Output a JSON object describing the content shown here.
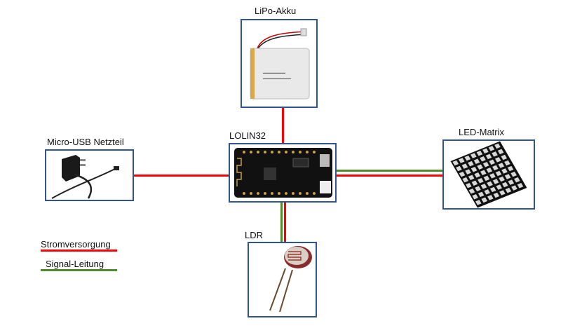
{
  "components": {
    "lipo": {
      "label": "LiPo-Akku"
    },
    "lolin": {
      "label": "LOLIN32"
    },
    "usb": {
      "label": "Micro-USB Netzteil"
    },
    "matrix": {
      "label": "LED-Matrix"
    },
    "ldr": {
      "label": "LDR"
    }
  },
  "legend": {
    "power": {
      "label": "Stromversorgung",
      "color": "#ff0000"
    },
    "signal": {
      "label": "Signal-Leitung",
      "color": "#4f8a2b"
    }
  },
  "colors": {
    "box_border": "#2f5597",
    "power_wire": "#ff0000",
    "signal_wire": "#4f8a2b"
  }
}
